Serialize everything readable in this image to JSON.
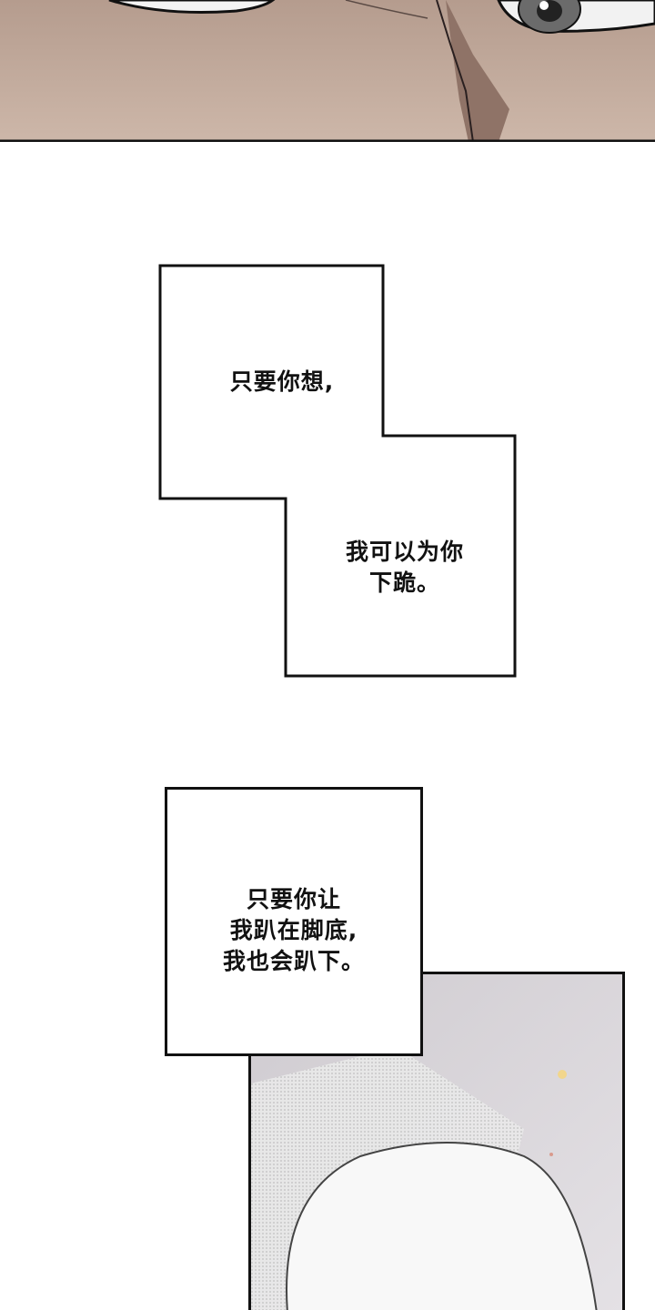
{
  "captions": {
    "first_line": "只要你想,",
    "second_line": "我可以为你\n下跪。",
    "third_line": "只要你让\n我趴在脚底,\n我也会趴下。"
  },
  "colors": {
    "skin": "#c2a99a",
    "skin_shadow": "#9c7f72",
    "outline": "#111111",
    "paper": "#ffffff",
    "bottom_bg": "#d6d2d6"
  }
}
